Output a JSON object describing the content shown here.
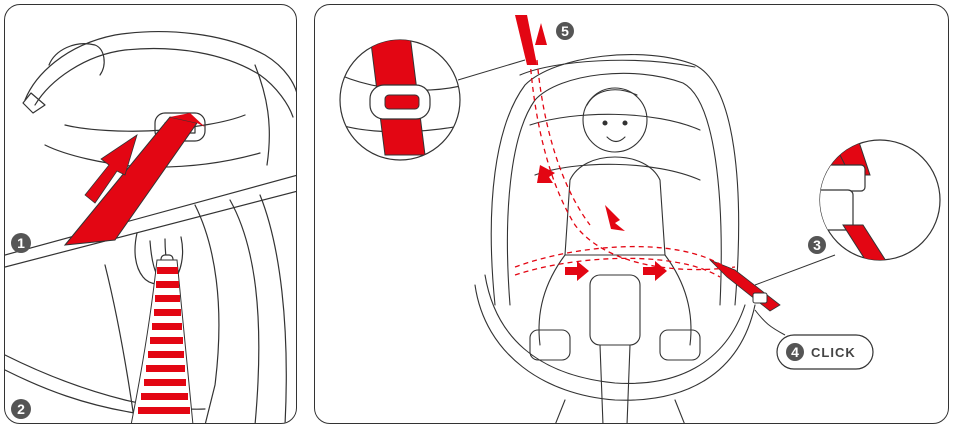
{
  "steps": {
    "step1": "1",
    "step2": "2",
    "step3": "3",
    "step4": "4",
    "step4_label": "CLICK",
    "step5": "5"
  },
  "colors": {
    "belt_red": "#e30613",
    "line": "#333333",
    "badge": "#555555"
  }
}
